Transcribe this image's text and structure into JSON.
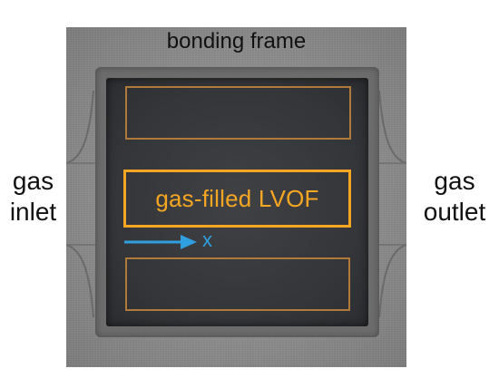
{
  "labels": {
    "frame": "bonding frame",
    "inlet_line1": "gas",
    "inlet_line2": "inlet",
    "outlet_line1": "gas",
    "outlet_line2": "outlet",
    "lvof": "gas-filled LVOF",
    "axis": "x"
  },
  "colors": {
    "lvof_outline": "#f5a623",
    "secondary_outline": "#b07a3a",
    "axis_arrow": "#2f9fe0",
    "cavity": "#36383b",
    "substrate": "#8e8e8e"
  }
}
